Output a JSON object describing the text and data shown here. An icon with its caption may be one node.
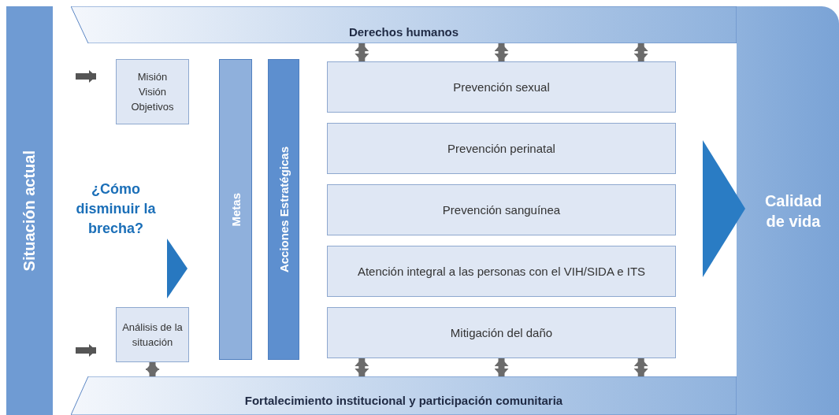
{
  "diagram": {
    "nodes": [
      {
        "text": [
          "Situación actual"
        ]
      },
      {
        "text": [
          "Derechos humanos"
        ]
      },
      {
        "text": [
          "Fortalecimiento institucional y participación comunitaria"
        ]
      },
      {
        "text": [
          "Calidad de vida"
        ]
      },
      {
        "text": [
          "Misión Visión Objetivos"
        ]
      },
      {
        "text": [
          "¿Cómo disminuir la brecha?"
        ]
      },
      {
        "text": [
          "Análisis de la situación"
        ]
      },
      {
        "text": [
          "Metas"
        ]
      },
      {
        "text": [
          "Acciones Estratégicas"
        ]
      },
      {
        "text": [
          "Prevención sexual"
        ]
      },
      {
        "text": [
          "Prevención perinatal"
        ]
      },
      {
        "text": [
          "Prevención sanguínea"
        ]
      },
      {
        "text": [
          "Atención integral a las personas con el VIH/SIDA e ITS"
        ]
      },
      {
        "text": [
          "Mitigación del daño"
        ]
      }
    ],
    "edges": [
      {
        "from": null,
        "to": 4,
        "arrow": "to"
      },
      {
        "from": null,
        "to": 6,
        "arrow": "to"
      },
      {
        "from": 5,
        "to": 7,
        "arrow": "to"
      },
      {
        "from": 1,
        "to": 9,
        "arrow": "both"
      },
      {
        "from": 1,
        "to": 9,
        "arrow": "both"
      },
      {
        "from": 1,
        "to": 9,
        "arrow": "both"
      },
      {
        "from": 13,
        "to": 2,
        "arrow": "both"
      },
      {
        "from": 13,
        "to": 2,
        "arrow": "both"
      },
      {
        "from": 13,
        "to": 2,
        "arrow": "both"
      },
      {
        "from": 6,
        "to": 2,
        "arrow": "both"
      },
      {
        "from": null,
        "to": 3,
        "arrow": "to"
      }
    ]
  }
}
